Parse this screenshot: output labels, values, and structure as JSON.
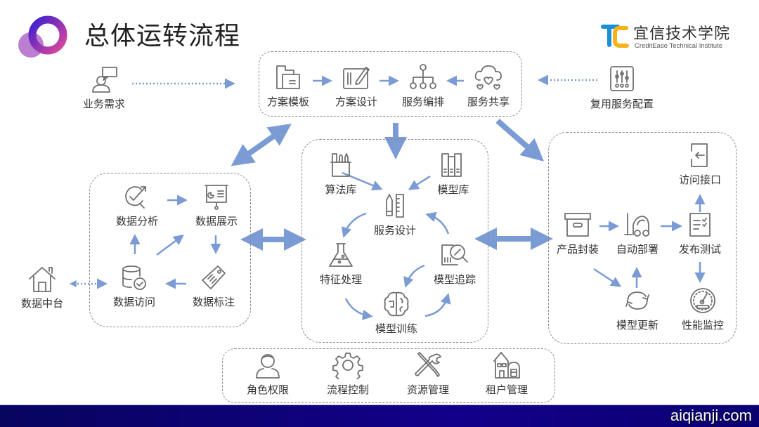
{
  "header": {
    "title": "总体运转流程",
    "brand_cn": "宜信技术学院",
    "brand_en": "CreditEase Technical Institute",
    "brand_colors": {
      "primary": "#1a8fd6",
      "secondary": "#f5b21a"
    }
  },
  "colors": {
    "arrow": "#7b9bd4",
    "box_border": "#8a8a8a",
    "icon": "#707070",
    "logo_gradient": [
      "#3a1fd0",
      "#e0489a"
    ],
    "footer": "#13008a"
  },
  "external": {
    "business_demand": {
      "label": "业务需求",
      "icon": "user-chat-icon"
    },
    "reuse_config": {
      "label": "复用服务配置",
      "icon": "sliders-icon"
    },
    "data_center": {
      "label": "数据中台",
      "icon": "house-icon"
    }
  },
  "top_box": {
    "items": [
      {
        "label": "方案模板",
        "icon": "folder-icon"
      },
      {
        "label": "方案设计",
        "icon": "drawing-tablet-icon"
      },
      {
        "label": "服务编排",
        "icon": "hierarchy-icon"
      },
      {
        "label": "服务共享",
        "icon": "cloud-hearts-icon"
      }
    ]
  },
  "data_box": {
    "items": [
      {
        "label": "数据分析",
        "icon": "analysis-icon"
      },
      {
        "label": "数据展示",
        "icon": "presentation-icon"
      },
      {
        "label": "数据访问",
        "icon": "database-check-icon"
      },
      {
        "label": "数据标注",
        "icon": "tag-icon"
      }
    ]
  },
  "model_box": {
    "items": [
      {
        "label": "算法库",
        "icon": "pencil-cup-icon"
      },
      {
        "label": "模型库",
        "icon": "books-icon"
      },
      {
        "label": "服务设计",
        "icon": "pencil-ruler-icon"
      },
      {
        "label": "特征处理",
        "icon": "flask-icon"
      },
      {
        "label": "模型追踪",
        "icon": "magnifier-report-icon"
      },
      {
        "label": "模型训练",
        "icon": "brain-icon"
      }
    ]
  },
  "deploy_box": {
    "items": [
      {
        "label": "访问接口",
        "icon": "login-icon"
      },
      {
        "label": "产品封装",
        "icon": "archive-box-icon"
      },
      {
        "label": "自动部署",
        "icon": "forklift-icon"
      },
      {
        "label": "发布测试",
        "icon": "checklist-icon"
      },
      {
        "label": "模型更新",
        "icon": "refresh-icon"
      },
      {
        "label": "性能监控",
        "icon": "speedometer-icon"
      }
    ]
  },
  "bottom_box": {
    "items": [
      {
        "label": "角色权限",
        "icon": "user-icon"
      },
      {
        "label": "流程控制",
        "icon": "gear-icon"
      },
      {
        "label": "资源管理",
        "icon": "tools-icon"
      },
      {
        "label": "租户管理",
        "icon": "buildings-icon"
      }
    ]
  },
  "footer": {
    "watermark": "aiqianji.com"
  }
}
